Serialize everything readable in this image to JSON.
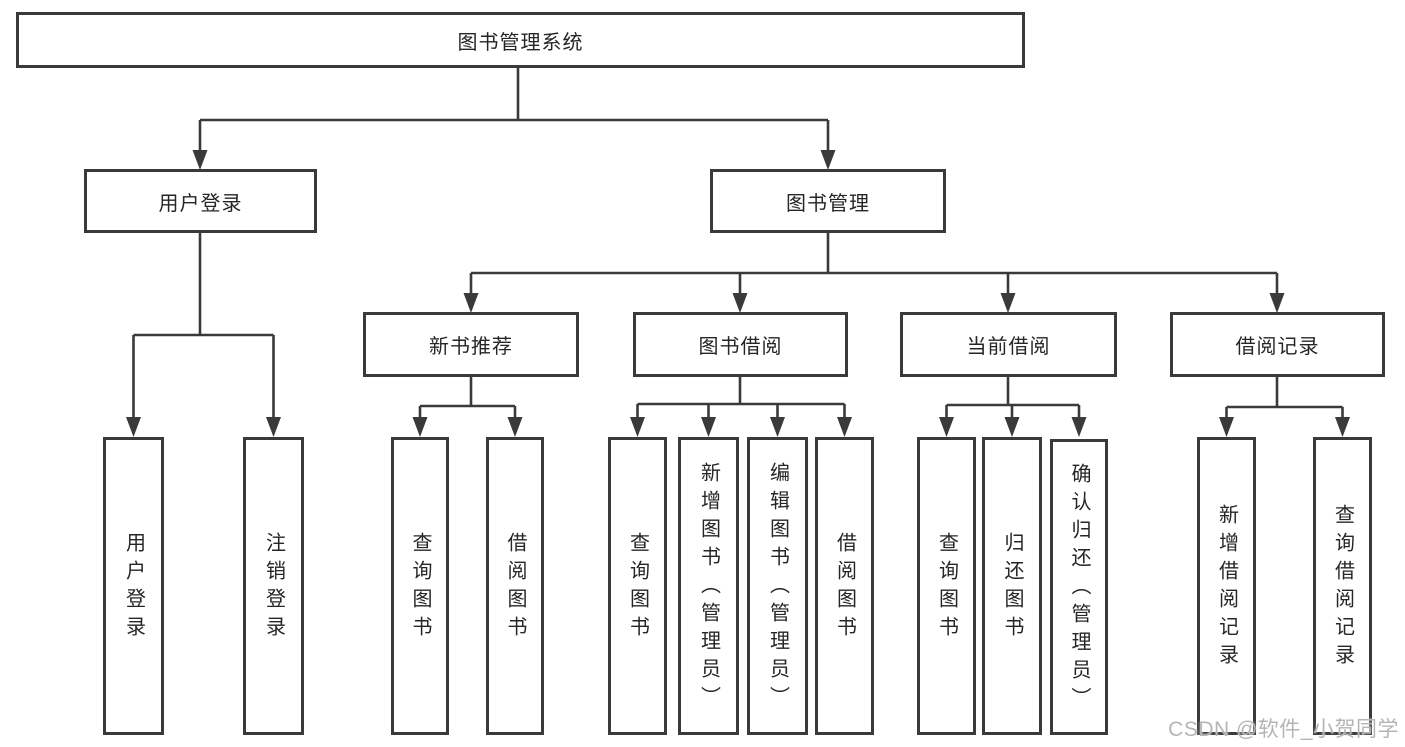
{
  "diagram": {
    "type": "hierarchy-tree",
    "orientation": "top-down"
  },
  "tree": {
    "label": "图书管理系统",
    "children": [
      {
        "label": "用户登录",
        "children": [
          {
            "label": "用户登录"
          },
          {
            "label": "注销登录"
          }
        ]
      },
      {
        "label": "图书管理",
        "children": [
          {
            "label": "新书推荐",
            "children": [
              {
                "label": "查询图书"
              },
              {
                "label": "借阅图书"
              }
            ]
          },
          {
            "label": "图书借阅",
            "children": [
              {
                "label": "查询图书"
              },
              {
                "label": "新增图书（管理员）"
              },
              {
                "label": "编辑图书（管理员）"
              },
              {
                "label": "借阅图书"
              }
            ]
          },
          {
            "label": "当前借阅",
            "children": [
              {
                "label": "查询图书"
              },
              {
                "label": "归还图书"
              },
              {
                "label": "确认归还（管理员）"
              }
            ]
          },
          {
            "label": "借阅记录",
            "children": [
              {
                "label": "新增借阅记录"
              },
              {
                "label": "查询借阅记录"
              }
            ]
          }
        ]
      }
    ]
  },
  "watermark": "CSDN @软件_小贺同学",
  "colors": {
    "line": "#3a3a3a",
    "box_border": "#3a3a3a",
    "text": "#262626",
    "background": "#ffffff",
    "watermark": "#b5b5b5"
  }
}
